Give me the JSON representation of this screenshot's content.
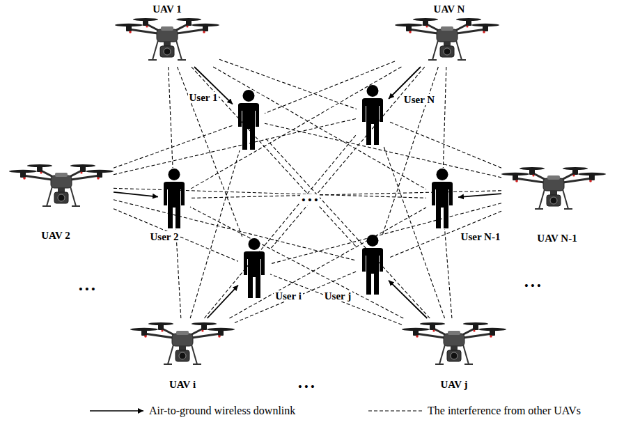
{
  "diagram": {
    "nodes": [
      {
        "text": [
          "UAV 1"
        ]
      },
      {
        "text": [
          "UAV N"
        ]
      },
      {
        "text": [
          "User 1"
        ]
      },
      {
        "text": [
          "User N"
        ]
      },
      {
        "text": [
          "UAV 2"
        ]
      },
      {
        "text": [
          "User 2"
        ]
      },
      {
        "text": [
          "User N-1"
        ]
      },
      {
        "text": [
          "UAV N-1"
        ]
      },
      {
        "text": [
          "User i"
        ]
      },
      {
        "text": [
          "User j"
        ]
      },
      {
        "text": [
          "UAV i"
        ]
      },
      {
        "text": [
          "UAV j"
        ]
      }
    ],
    "edges": [
      {
        "from": 0,
        "to": 2,
        "arrow": "to"
      },
      {
        "from": 1,
        "to": 3,
        "arrow": "to"
      },
      {
        "from": 4,
        "to": 5,
        "arrow": "to"
      },
      {
        "from": 7,
        "to": 6,
        "arrow": "to"
      },
      {
        "from": 10,
        "to": 8,
        "arrow": "to"
      },
      {
        "from": 11,
        "to": 9,
        "arrow": "to"
      },
      {
        "from": 0,
        "to": 3,
        "arrow": "none"
      },
      {
        "from": 0,
        "to": 5,
        "arrow": "none"
      },
      {
        "from": 0,
        "to": 6,
        "arrow": "none"
      },
      {
        "from": 0,
        "to": 8,
        "arrow": "none"
      },
      {
        "from": 0,
        "to": 9,
        "arrow": "none"
      },
      {
        "from": 1,
        "to": 2,
        "arrow": "none"
      },
      {
        "from": 1,
        "to": 5,
        "arrow": "none"
      },
      {
        "from": 1,
        "to": 6,
        "arrow": "none"
      },
      {
        "from": 1,
        "to": 8,
        "arrow": "none"
      },
      {
        "from": 1,
        "to": 9,
        "arrow": "none"
      },
      {
        "from": 4,
        "to": 2,
        "arrow": "none"
      },
      {
        "from": 4,
        "to": 3,
        "arrow": "none"
      },
      {
        "from": 4,
        "to": 6,
        "arrow": "none"
      },
      {
        "from": 4,
        "to": 8,
        "arrow": "none"
      },
      {
        "from": 4,
        "to": 9,
        "arrow": "none"
      },
      {
        "from": 7,
        "to": 2,
        "arrow": "none"
      },
      {
        "from": 7,
        "to": 3,
        "arrow": "none"
      },
      {
        "from": 7,
        "to": 5,
        "arrow": "none"
      },
      {
        "from": 7,
        "to": 8,
        "arrow": "none"
      },
      {
        "from": 7,
        "to": 9,
        "arrow": "none"
      },
      {
        "from": 10,
        "to": 2,
        "arrow": "none"
      },
      {
        "from": 10,
        "to": 3,
        "arrow": "none"
      },
      {
        "from": 10,
        "to": 5,
        "arrow": "none"
      },
      {
        "from": 10,
        "to": 6,
        "arrow": "none"
      },
      {
        "from": 10,
        "to": 9,
        "arrow": "none"
      },
      {
        "from": 11,
        "to": 2,
        "arrow": "none"
      },
      {
        "from": 11,
        "to": 3,
        "arrow": "none"
      },
      {
        "from": 11,
        "to": 5,
        "arrow": "none"
      },
      {
        "from": 11,
        "to": 6,
        "arrow": "none"
      },
      {
        "from": 11,
        "to": 8,
        "arrow": "none"
      }
    ],
    "labels": [
      "• • •",
      "• • •",
      "• • •",
      "• • •"
    ],
    "legend": [
      {
        "text": "Air-to-ground wireless downlink"
      },
      {
        "text": "The interference from other UAVs"
      }
    ]
  }
}
